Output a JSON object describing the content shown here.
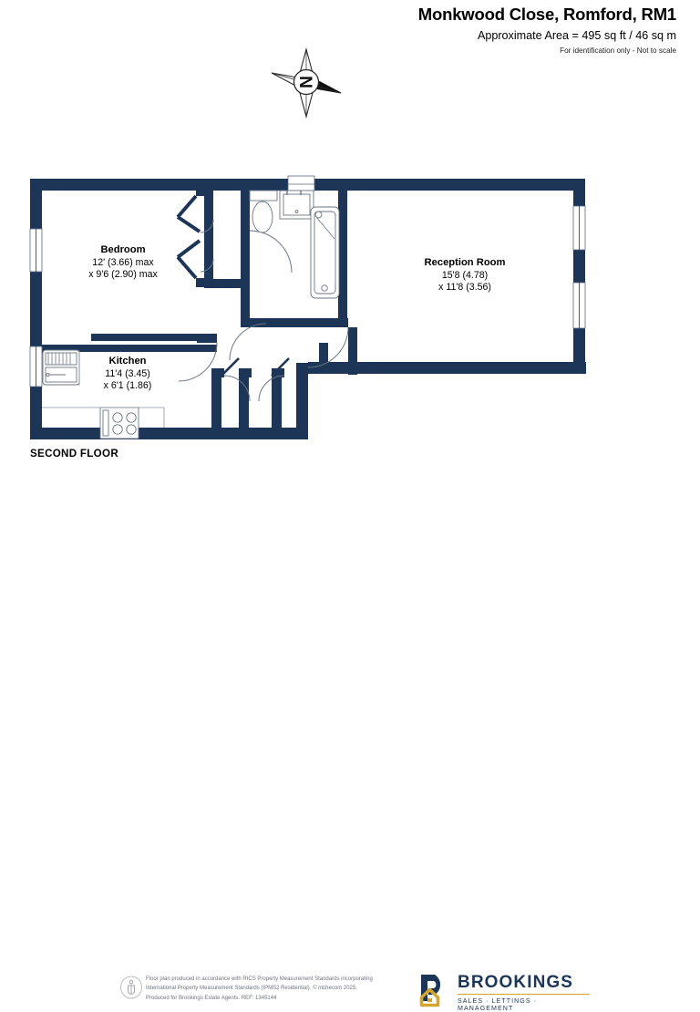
{
  "header": {
    "title": "Monkwood Close, Romford, RM1",
    "area": "Approximate Area = 495 sq ft / 46 sq m",
    "identification": "For identification only - Not to scale"
  },
  "compass": {
    "label": "N",
    "icon": "compass-north-icon"
  },
  "floor_caption": "SECOND FLOOR",
  "rooms": [
    {
      "name": "Bedroom",
      "dim1": "12' (3.66) max",
      "dim2": "x 9'6 (2.90) max"
    },
    {
      "name": "Reception Room",
      "dim1": "15'8 (4.78)",
      "dim2": "x 11'8 (3.56)"
    },
    {
      "name": "Kitchen",
      "dim1": "11'4 (3.45)",
      "dim2": "x 6'1 (1.86)"
    }
  ],
  "fixtures": [
    "toilet-icon",
    "basin-icon",
    "bathtub-icon",
    "kitchen-sink-icon",
    "hob-icon"
  ],
  "footer": {
    "disclaimer_line1": "Floor plan produced in accordance with RICS Property Measurement Standards incorporating",
    "disclaimer_line2": "International Property Measurement Standards (IPMS2 Residential).    © ntchecom 2025.",
    "disclaimer_line3": "Produced for Brookings Estate Agents.    REF: 1345144",
    "brand_name": "BROOKINGS",
    "brand_sub": "SALES · LETTINGS · MANAGEMENT"
  },
  "colors": {
    "wall": "#1d3557",
    "wall_dark": "#1b3355",
    "accent_gold": "#d4a72c",
    "brand_navy": "#1d3557",
    "fixture_line": "#5a6a7d",
    "footer_text": "#6d7480"
  }
}
